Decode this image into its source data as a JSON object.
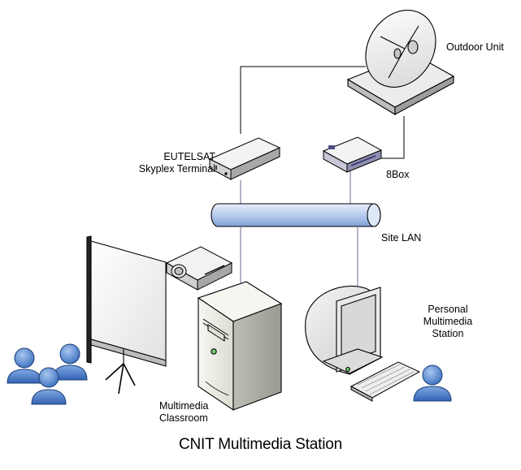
{
  "labels": {
    "outdoor_unit": "Outdoor Unit",
    "terminal_line1": "EUTELSAT",
    "terminal_line2": "Skyplex Terminal",
    "box": "8Box",
    "site_lan": "Site LAN",
    "personal_line1": "Personal",
    "personal_line2": "Multimedia",
    "personal_line3": "Station",
    "classroom_line1": "Multimedia",
    "classroom_line2": "Classroom"
  },
  "caption": "CNIT Multimedia Station",
  "colors": {
    "lan_pipe": "#c9d8f2",
    "lan_pipe_dark": "#8faee0",
    "user_blue": "#5a8fd6",
    "user_dark": "#2f5ea8",
    "device_light": "#f4f4f4",
    "device_shade": "#c8c8c8",
    "link_line": "#6a6a9a"
  },
  "icons": [
    "satellite-dish-icon",
    "skyplex-terminal-icon",
    "box-device-icon",
    "lan-pipe-icon",
    "projector-icon",
    "projection-screen-icon",
    "server-tower-icon",
    "monitor-icon",
    "keyboard-icon",
    "user-group-icon",
    "user-icon"
  ]
}
